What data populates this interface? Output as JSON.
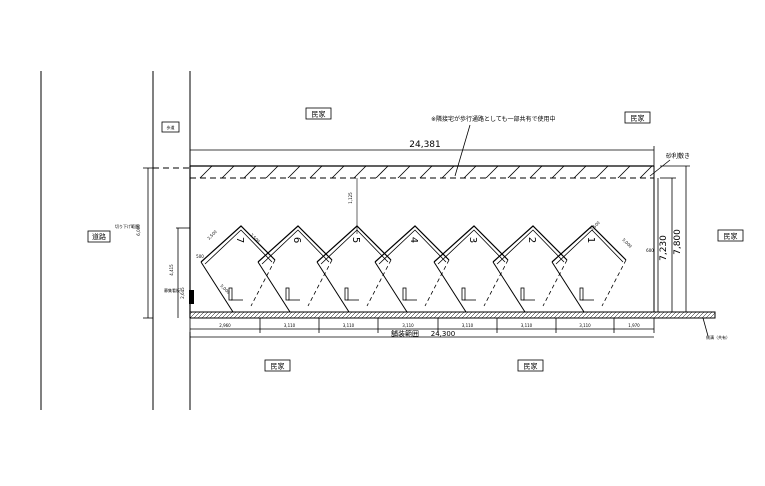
{
  "labels": {
    "minka": "民家",
    "hodou": "歩道",
    "douro": "道路",
    "note": "※隣接宅が歩行通路としても一部共有で使用中",
    "jari": "砂利敷き",
    "kiri": "切り下げ範囲",
    "kiri_dim": "6,000",
    "pave": "舗装範囲",
    "pave_dim": "24,300",
    "sokko": "側溝（共有）",
    "bosyu": "募集看板"
  },
  "dims": {
    "top_width": "24,381",
    "right_a": "7,230",
    "right_b": "7,800",
    "inner_v": "1,125",
    "left_v": "4,415",
    "left_v2": "2,645",
    "left_small": "500",
    "right_small": "600",
    "stall_w": "2,500",
    "stall_d": "5,000"
  },
  "bottom_dims": [
    "2,960",
    "3,110",
    "3,110",
    "3,110",
    "3,110",
    "3,110",
    "3,110",
    "1,970"
  ],
  "stall_numbers": [
    "7",
    "6",
    "5",
    "4",
    "3",
    "2",
    "1"
  ]
}
